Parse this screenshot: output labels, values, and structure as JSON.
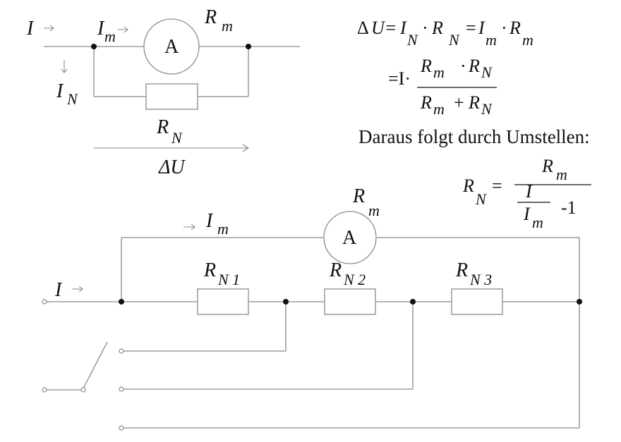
{
  "top_circuit": {
    "label_I": "I",
    "label_Im": "I",
    "label_Im_sub": "m",
    "ammeter": "A",
    "label_Rm": "R",
    "label_Rm_sub": "m",
    "label_IN": "I",
    "label_IN_sub": "N",
    "label_RN": "R",
    "label_RN_sub": "N",
    "label_dU": "ΔU"
  },
  "equations": {
    "line1": {
      "delta": "Δ",
      "U": "U=",
      "I1": "I",
      "I1_sub": "N",
      "dot1": "·",
      "R1": "R",
      "R1_sub": "N",
      "eq2": "=",
      "I2": "I",
      "I2_sub": "m",
      "dot2": "·",
      "R2": "R",
      "R2_sub": "m"
    },
    "line2": {
      "prefix": "=I·",
      "num_R1": "R",
      "num_R1_sub": "m",
      "num_dot": "·",
      "num_R2": "R",
      "num_R2_sub": "N",
      "den_R1": "R",
      "den_R1_sub": "m",
      "den_plus": "+",
      "den_R2": "R",
      "den_R2_sub": "N"
    },
    "sentence": "Daraus folgt durch Umstellen:",
    "result": {
      "lhs": "R",
      "lhs_sub": "N",
      "eq": "=",
      "num": "R",
      "num_sub": "m",
      "den_I": "I",
      "den_Im": "I",
      "den_Im_sub": "m",
      "minus_one": "-1"
    }
  },
  "bottom_circuit": {
    "label_I": "I",
    "label_Im": "I",
    "label_Im_sub": "m",
    "ammeter": "A",
    "label_Rm": "R",
    "label_Rm_sub": "m",
    "rn1": "R",
    "rn1_sub": "N 1",
    "rn2": "R",
    "rn2_sub": "N 2",
    "rn3": "R",
    "rn3_sub": "N 3"
  }
}
